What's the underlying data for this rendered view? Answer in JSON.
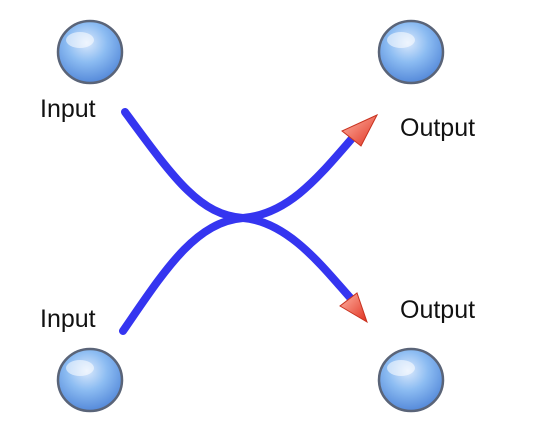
{
  "labels": {
    "input_top": "Input",
    "input_bottom": "Input",
    "output_top": "Output",
    "output_bottom": "Output"
  },
  "colors": {
    "path": "#3535f0",
    "arrowhead": "#e8382a",
    "arrowhead_light": "#ffb0a0",
    "node_fill": "#7fb3f0",
    "node_stroke": "#5a6478"
  }
}
